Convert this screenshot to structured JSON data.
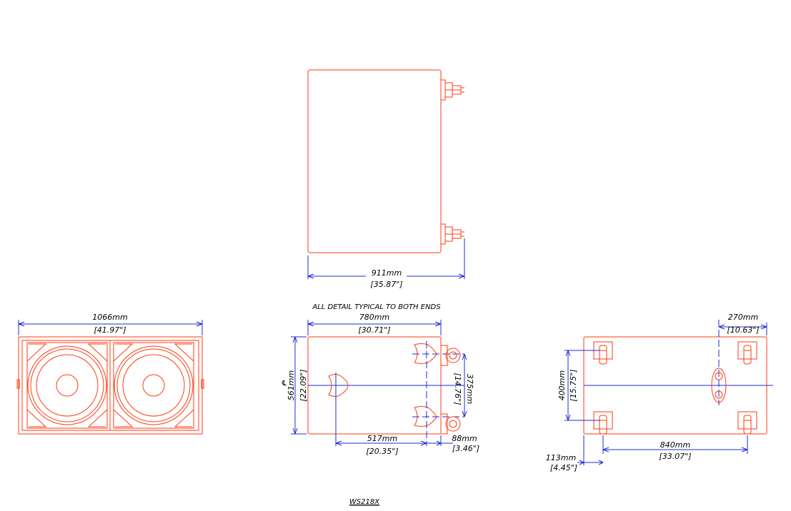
{
  "model": "WS218X",
  "note": "ALL DETAIL TYPICAL TO BOTH ENDS",
  "colors": {
    "cabinet": "#ff3a12",
    "dimension": "#1f2bd6",
    "text": "#000000"
  },
  "side_view": {
    "depth_mm": "911mm",
    "depth_in": "[35.87\"]"
  },
  "front_view": {
    "width_mm": "1066mm",
    "width_in": "[41.97\"]"
  },
  "top_view": {
    "length_mm": "780mm",
    "length_in": "[30.71\"]",
    "height_mm": "561mm",
    "height_in": "[22.09\"]",
    "centerline_mark": "℄",
    "handle_offset_mm": "517mm",
    "handle_offset_in": "[20.35\"]",
    "caster_spacing_mm": "375mm",
    "caster_spacing_in": "[14.76\"]",
    "caster_offset_mm": "88mm",
    "caster_offset_in": "[3.46\"]"
  },
  "bottom_view": {
    "caster_x_mm": "270mm",
    "caster_x_in": "[10.63\"]",
    "caster_y_mm": "400mm",
    "caster_y_in": "[15.75\"]",
    "caster_span_mm": "840mm",
    "caster_span_in": "[33.07\"]",
    "caster_inset_mm": "113mm",
    "caster_inset_in": "[4.45\"]"
  }
}
